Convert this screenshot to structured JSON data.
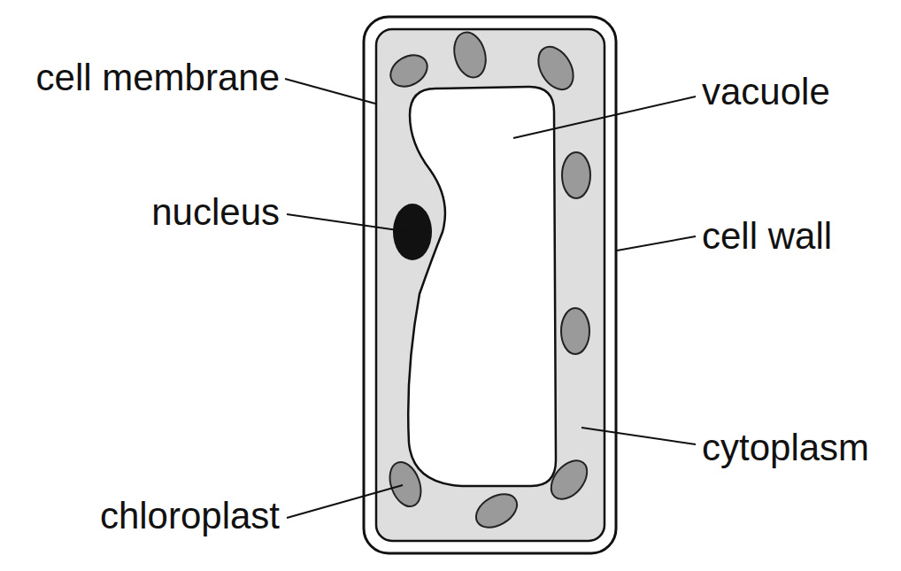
{
  "diagram": {
    "labels": [
      "cell membrane",
      "vacuole",
      "nucleus",
      "cell wall",
      "chloroplast",
      "cytoplasm"
    ]
  }
}
